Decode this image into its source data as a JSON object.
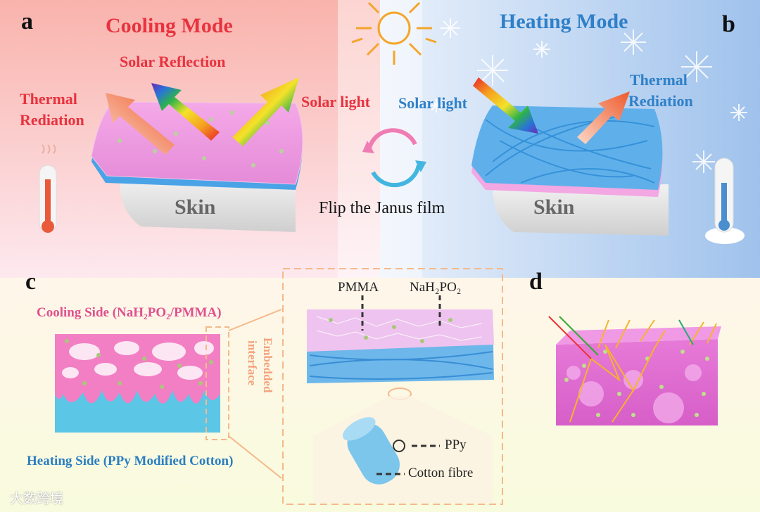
{
  "panels": {
    "a": "a",
    "b": "b",
    "c": "c",
    "d": "d"
  },
  "top": {
    "cooling_mode": "Cooling Mode",
    "heating_mode": "Heating Mode",
    "solar_reflection": "Solar Reflection",
    "thermal_radiation_left_1": "Thermal",
    "thermal_radiation_left_2": "Rediation",
    "solar_light_left": "Solar light",
    "solar_light_right": "Solar light",
    "thermal_radiation_right_1": "Thermal",
    "thermal_radiation_right_2": "Rediation",
    "skin_left": "Skin",
    "skin_right": "Skin",
    "flip": "Flip the  Janus film"
  },
  "c": {
    "cooling_side": "Cooling Side (NaH₂PO₂/PMMA)",
    "heating_side": "Heating Side (PPy Modified Cotton)",
    "embedded_1": "Embedded",
    "embedded_2": "interface",
    "pmma": "PMMA",
    "nah2po2": "NaH₂PO₂",
    "ppy": "PPy",
    "cotton": "Cotton fibre"
  },
  "watermark": "大数跨境",
  "colors": {
    "red": "#e8333f",
    "blue": "#2f80c8",
    "pink": "#f07fc7",
    "cyan": "#5cc7e8",
    "orange": "#f5a25c"
  }
}
